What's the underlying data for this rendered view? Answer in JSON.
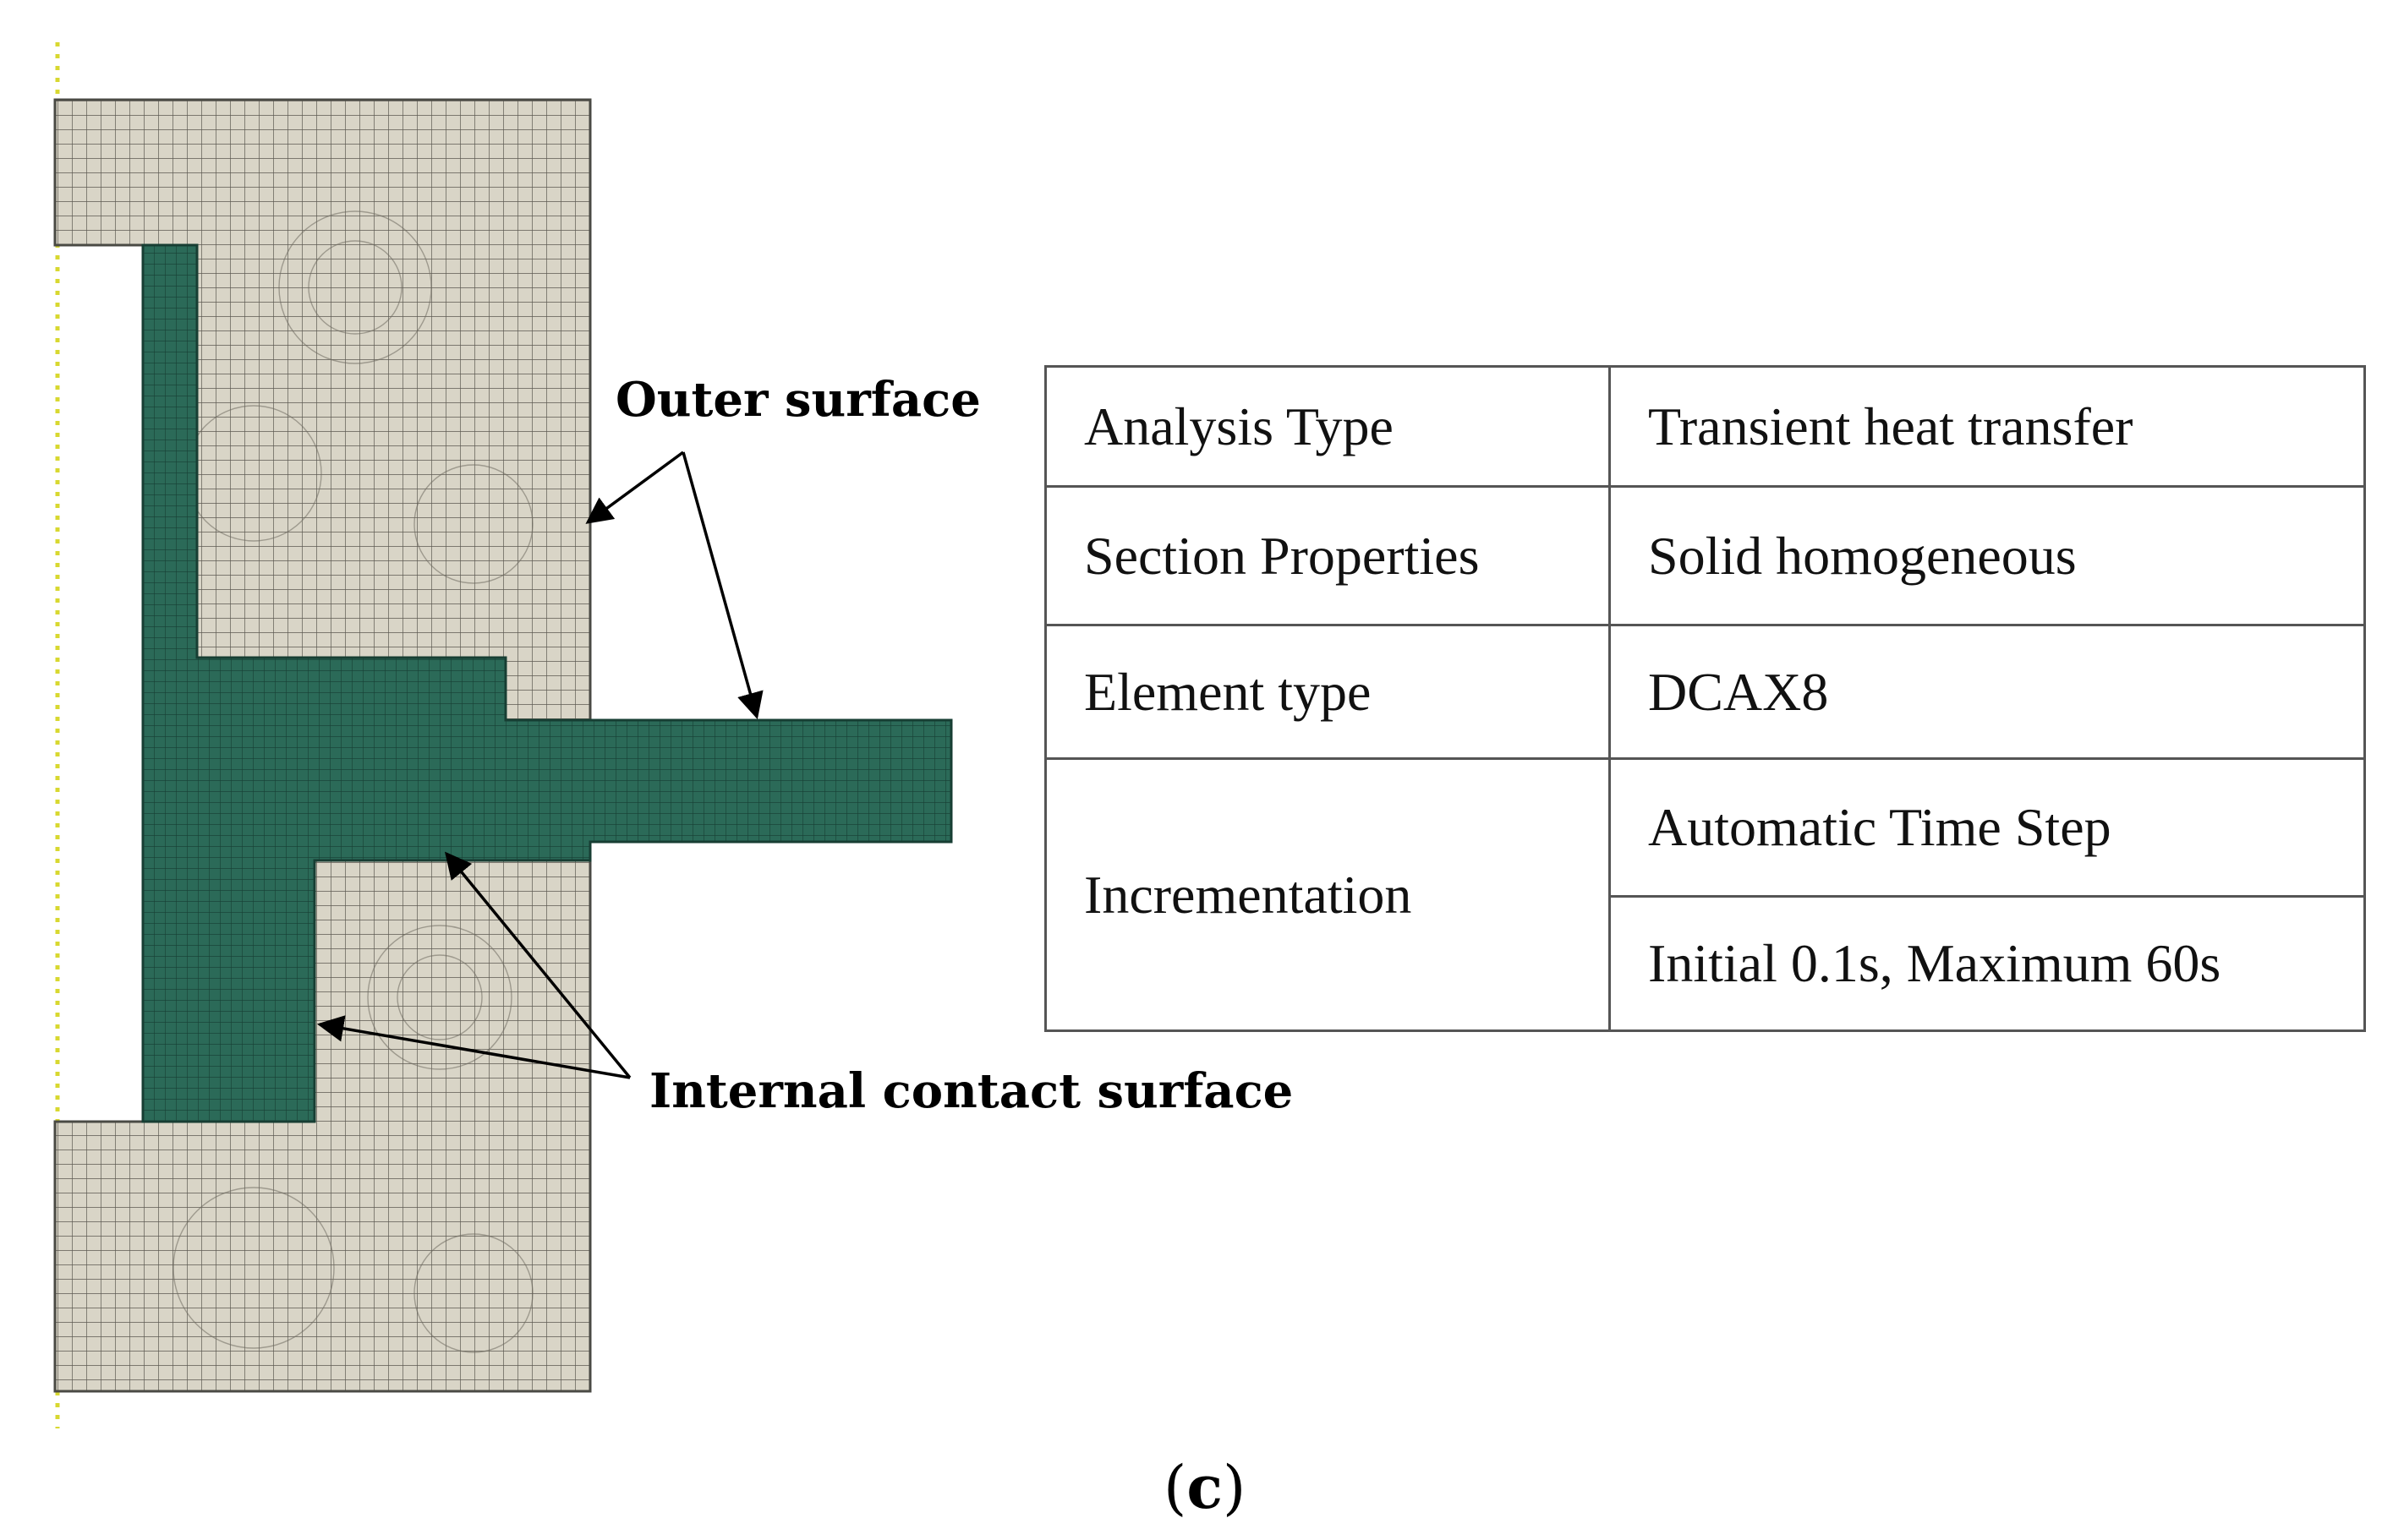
{
  "labels": {
    "outer_surface": "Outer surface",
    "internal_contact_surface": "Internal contact surface",
    "caption_open": "(",
    "caption_letter": "c",
    "caption_close": ")"
  },
  "table": {
    "analysis_type": {
      "key": "Analysis Type",
      "value": "Transient heat transfer"
    },
    "section_properties": {
      "key": "Section Properties",
      "value": "Solid homogeneous"
    },
    "element_type": {
      "key": "Element type",
      "value": "DCAX8"
    },
    "incrementation": {
      "key": "Incrementation",
      "values": [
        "Automatic Time Step",
        "Initial 0.1s, Maximum 60s"
      ]
    }
  },
  "colors": {
    "mesh_outer": "#d9d5c7",
    "mesh_inner": "#2b6a58",
    "mesh_line_outer": "#5d5a52",
    "mesh_line_inner": "#173e33",
    "axis_dots": "#d8d830",
    "table_border": "#555555"
  }
}
